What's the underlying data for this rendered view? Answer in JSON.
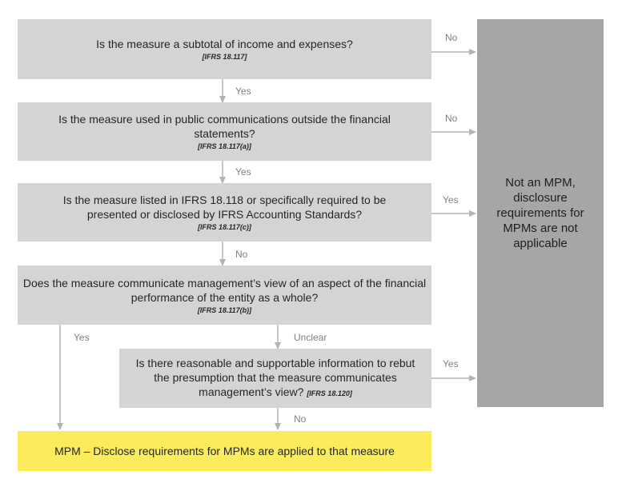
{
  "questions": {
    "q1": {
      "text": "Is the measure a subtotal of income and expenses?",
      "ref": "[IFRS 18.117]"
    },
    "q2": {
      "text": "Is the measure used in public communications outside the financial statements?",
      "ref": "[IFRS 18.117(a)]"
    },
    "q3": {
      "text": "Is the measure listed in IFRS 18.118 or specifically required to be presented or disclosed by IFRS Accounting Standards?",
      "ref": "[IFRS 18.117(c)]"
    },
    "q4": {
      "text": "Does the measure communicate management’s view of an aspect of the financial performance of the entity as a whole?",
      "ref": "[IFRS 18.117(b)]"
    },
    "q5": {
      "text": "Is there reasonable and supportable information to rebut the presumption that the measure communicates management’s view?",
      "ref": "[IFRS 18.120]"
    }
  },
  "outcomes": {
    "not_mpm": "Not an MPM, disclosure requirements for MPMs are not applicable",
    "mpm": "MPM – Disclose requirements for MPMs are applied to that measure"
  },
  "labels": {
    "q1_no": "No",
    "q1_yes": "Yes",
    "q2_no": "No",
    "q2_yes": "Yes",
    "q3_yes": "Yes",
    "q3_no": "No",
    "q4_yes": "Yes",
    "q4_unclear": "Unclear",
    "q5_yes": "Yes",
    "q5_no": "No"
  },
  "colors": {
    "question_box": "#d4d4d4",
    "outcome_not_mpm": "#a6a6a6",
    "outcome_mpm": "#fcec5c",
    "connector": "#b3b3b3",
    "label_text": "#7f7f7f"
  }
}
